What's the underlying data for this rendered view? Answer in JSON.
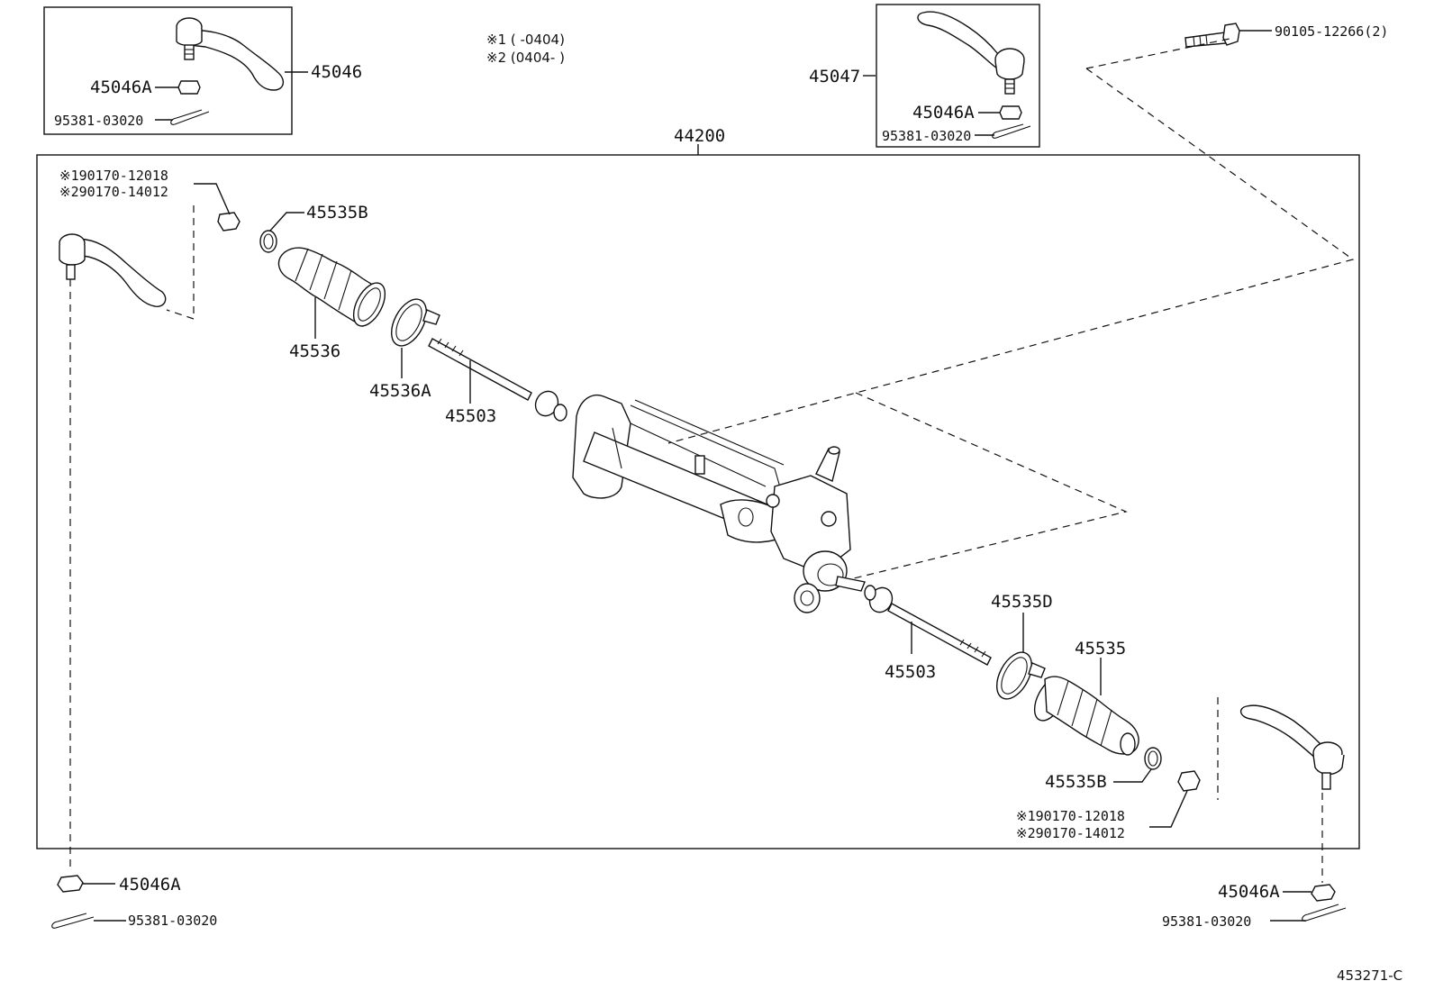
{
  "diagram": {
    "notes": {
      "note1": "※1 (    -0404)",
      "note2": "※2 (0404-    )"
    },
    "figure_code": "453271-C",
    "labels": {
      "p45046": "45046",
      "p45046A_tl": "45046A",
      "p95381_tl": "95381-03020",
      "p45047": "45047",
      "p45046A_tr": "45046A",
      "p95381_tr": "95381-03020",
      "p90105": "90105-12266(2)",
      "p44200": "44200",
      "n1_left": "※190170-12018",
      "n2_left": "※290170-14012",
      "p45535B_left": "45535B",
      "p45536": "45536",
      "p45536A": "45536A",
      "p45503_left": "45503",
      "p45535D": "45535D",
      "p45535": "45535",
      "p45503_right": "45503",
      "p45535B_right": "45535B",
      "n1_right": "※190170-12018",
      "n2_right": "※290170-14012",
      "p45046A_bl": "45046A",
      "p95381_bl": "95381-03020",
      "p45046A_br": "45046A",
      "p95381_br": "95381-03020"
    }
  }
}
